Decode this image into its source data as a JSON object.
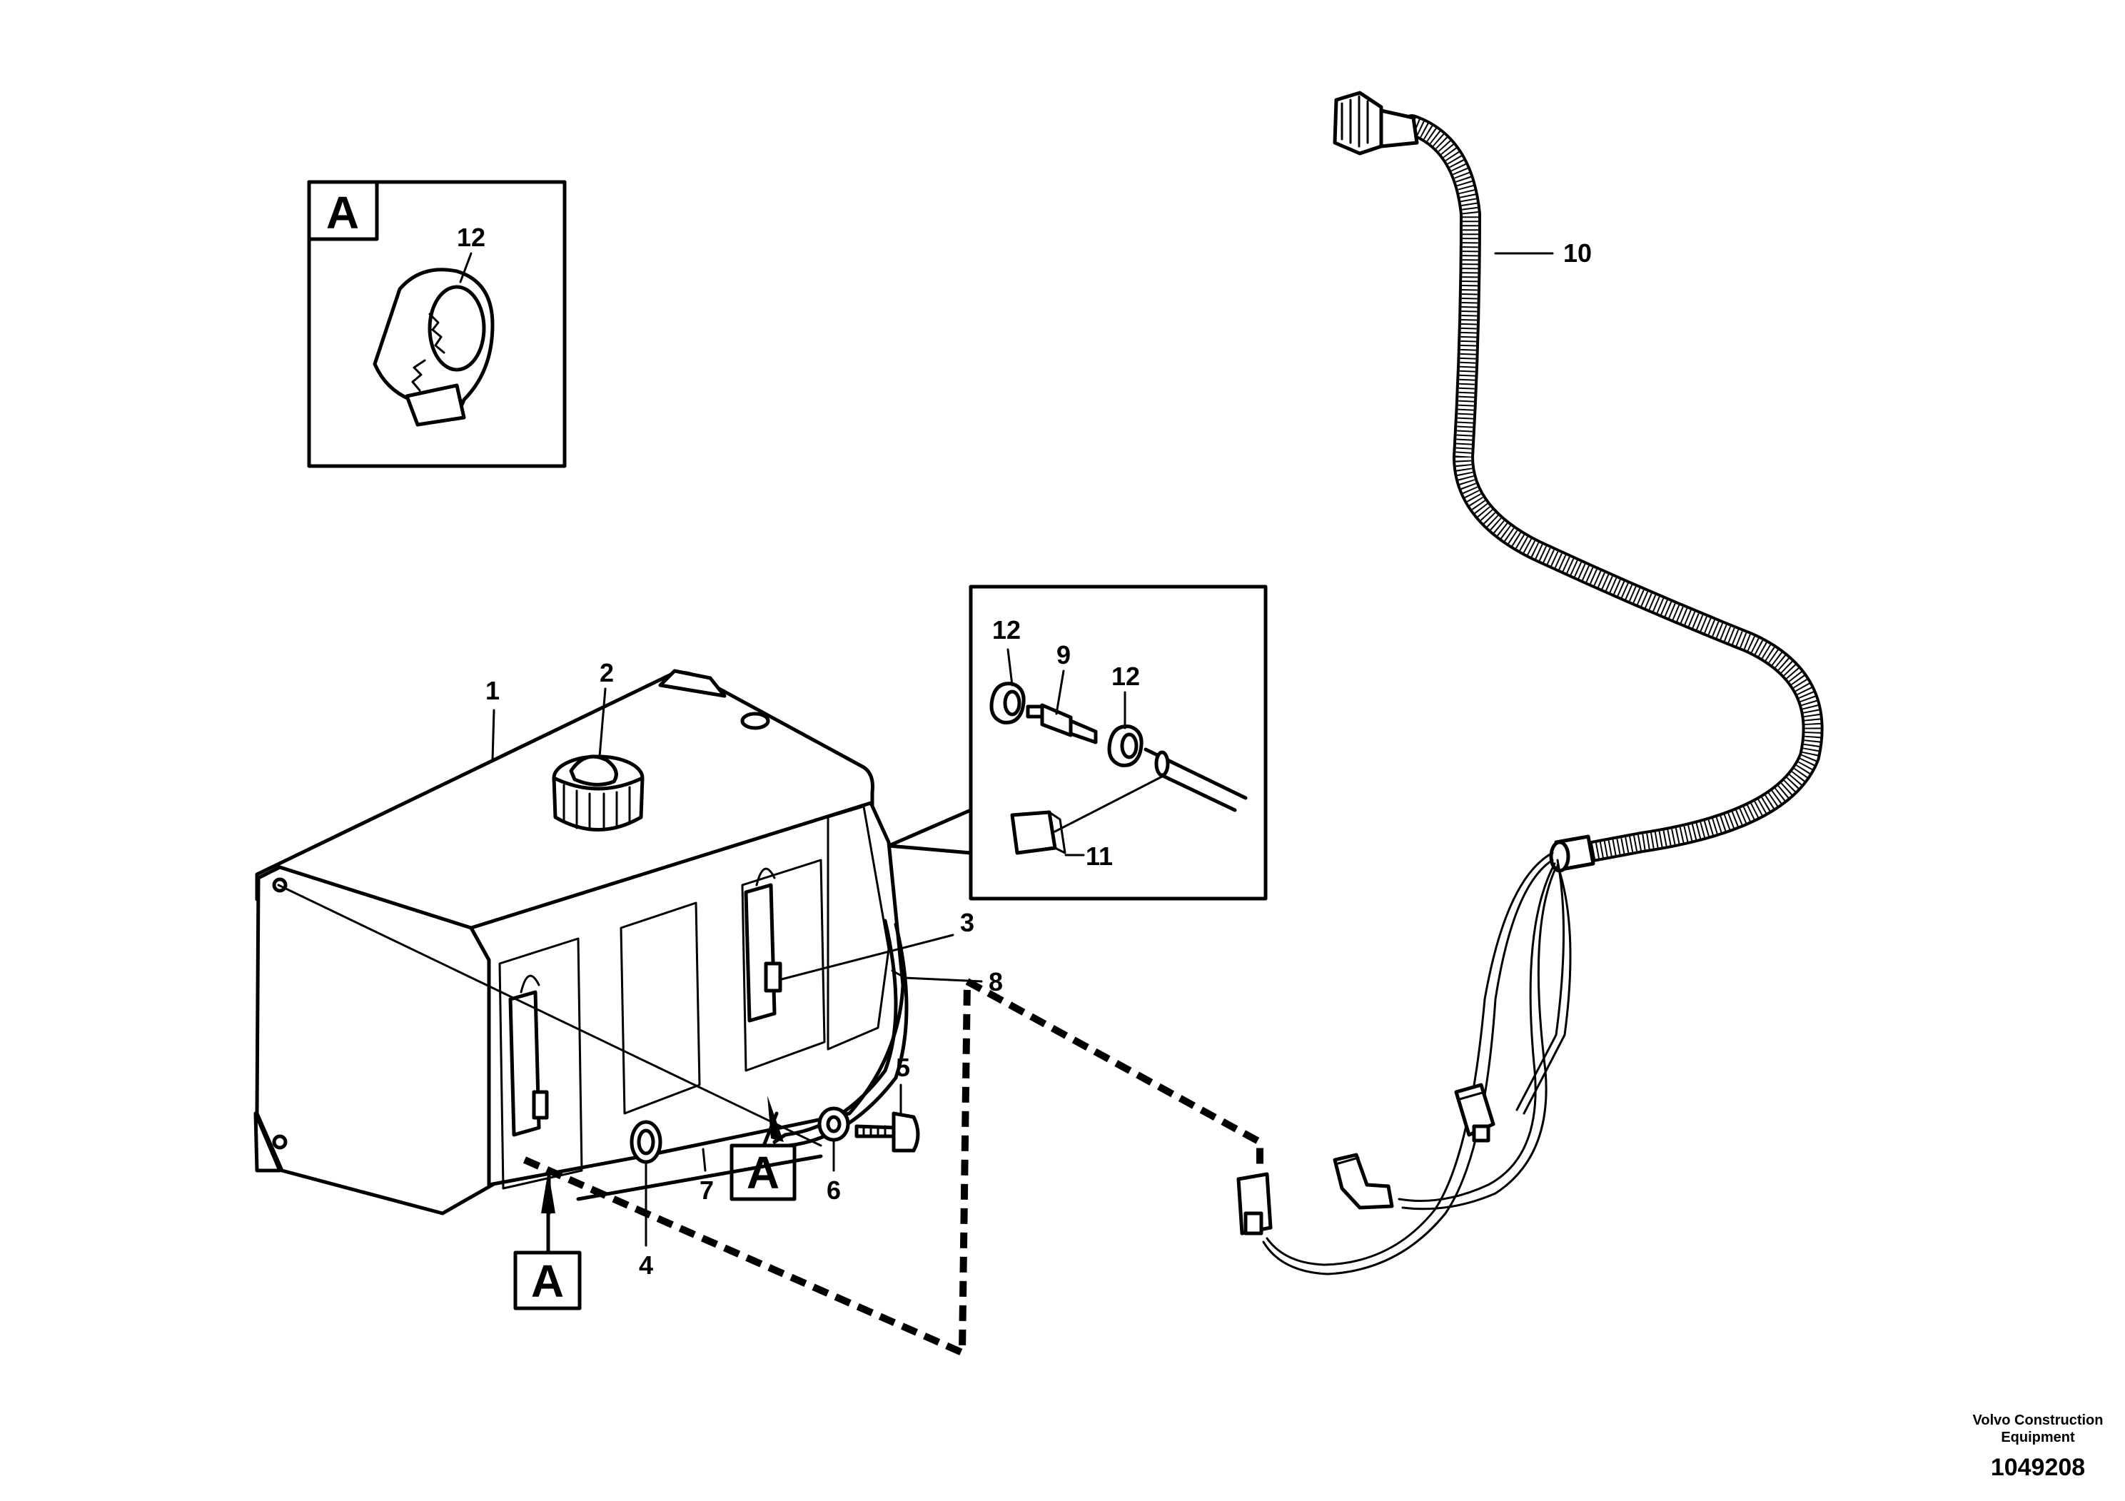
{
  "callouts": {
    "c1": "1",
    "c2": "2",
    "c3": "3",
    "c4": "4",
    "c5": "5",
    "c6": "6",
    "c7": "7",
    "c8": "8",
    "c9": "9",
    "c10": "10",
    "c11": "11",
    "c12_detail": "12",
    "c12_left": "12",
    "c12_right": "12"
  },
  "detail_marker": "A",
  "footer": {
    "company_line1": "Volvo Construction",
    "company_line2": "Equipment",
    "drawing_number": "1049208"
  }
}
